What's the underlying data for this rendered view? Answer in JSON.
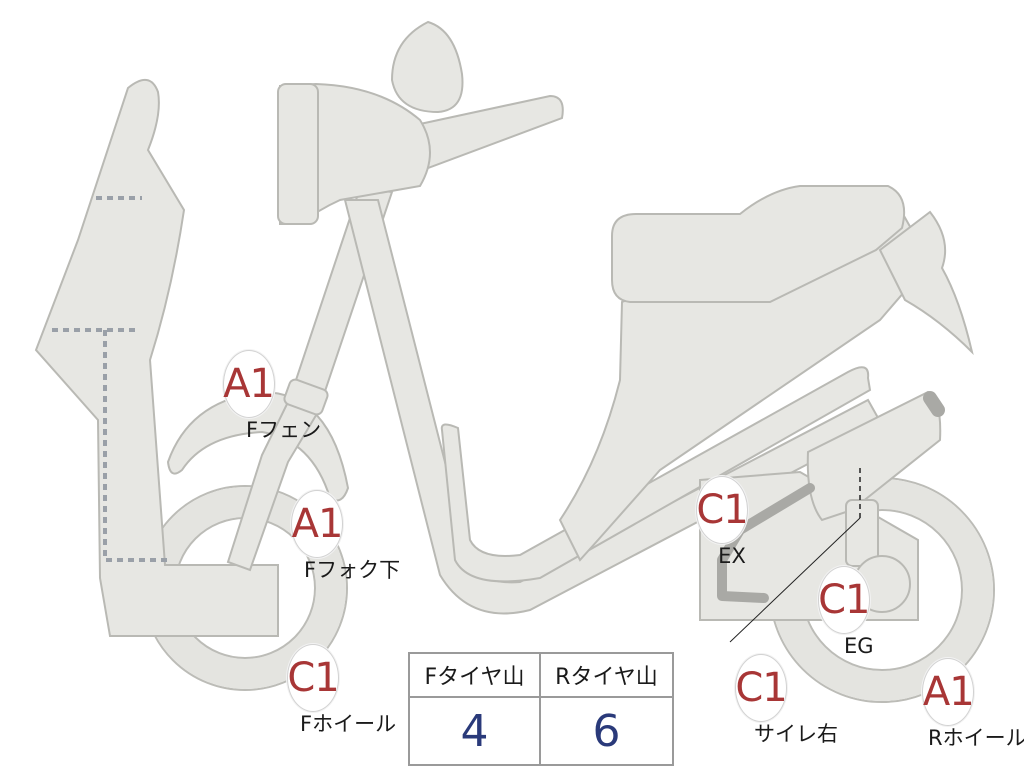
{
  "markers": [
    {
      "id": "f-fender",
      "code": "A1",
      "label": "Fフェン"
    },
    {
      "id": "f-fork-lower",
      "code": "A1",
      "label": "Fフォク下"
    },
    {
      "id": "f-wheel",
      "code": "C1",
      "label": "Fホイール"
    },
    {
      "id": "ex",
      "code": "C1",
      "label": "EX"
    },
    {
      "id": "eg",
      "code": "C1",
      "label": "EG"
    },
    {
      "id": "muffler-right",
      "code": "C1",
      "label": "サイレ右"
    },
    {
      "id": "r-wheel",
      "code": "A1",
      "label": "Rホイール"
    }
  ],
  "tire_table": {
    "headers": [
      "Fタイヤ山",
      "Rタイヤ山"
    ],
    "values": [
      "4",
      "6"
    ]
  },
  "colors": {
    "code_text": "#a83636",
    "value_text": "#2a3a7a",
    "part_fill": "#e7e7e3"
  }
}
